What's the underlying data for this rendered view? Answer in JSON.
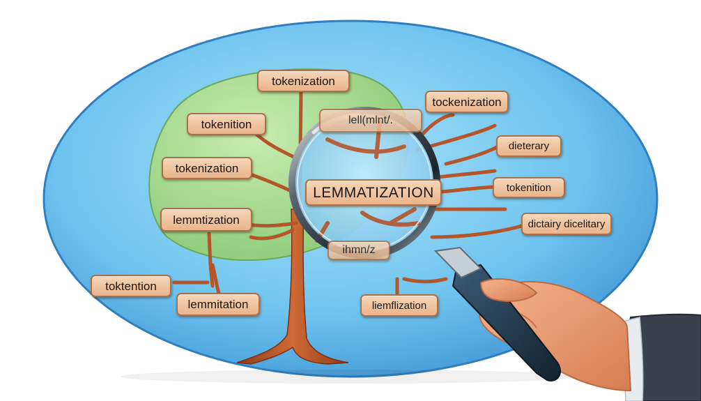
{
  "labels": {
    "top_center": "tokenization",
    "left_1": "tokenition",
    "left_2": "tokenization",
    "left_3": "lemmtization",
    "left_4": "toktention",
    "left_5": "lemmitation",
    "lens_top": "lell(mlnt/.",
    "lens_center": "LEMMATIZATION",
    "lens_bottom": "ihmn/z",
    "right_1": "tockenization",
    "right_2": "dieterary",
    "right_3": "tokenition",
    "right_4": "dictairy dicelitary",
    "right_5": "liemflization"
  },
  "colors": {
    "oval": "#5bb6ea",
    "green_blob": "#a6d98f",
    "branch": "#b4552a",
    "label_fill": "#efc29d",
    "label_border": "#a9704a",
    "lens_rim": "#1c2630",
    "handle": "#1f3548",
    "hand": "#ec9a70",
    "sleeve": "#3a414c"
  },
  "icons": {
    "magnifier": "magnifying-glass-icon",
    "hand": "hand-icon"
  }
}
